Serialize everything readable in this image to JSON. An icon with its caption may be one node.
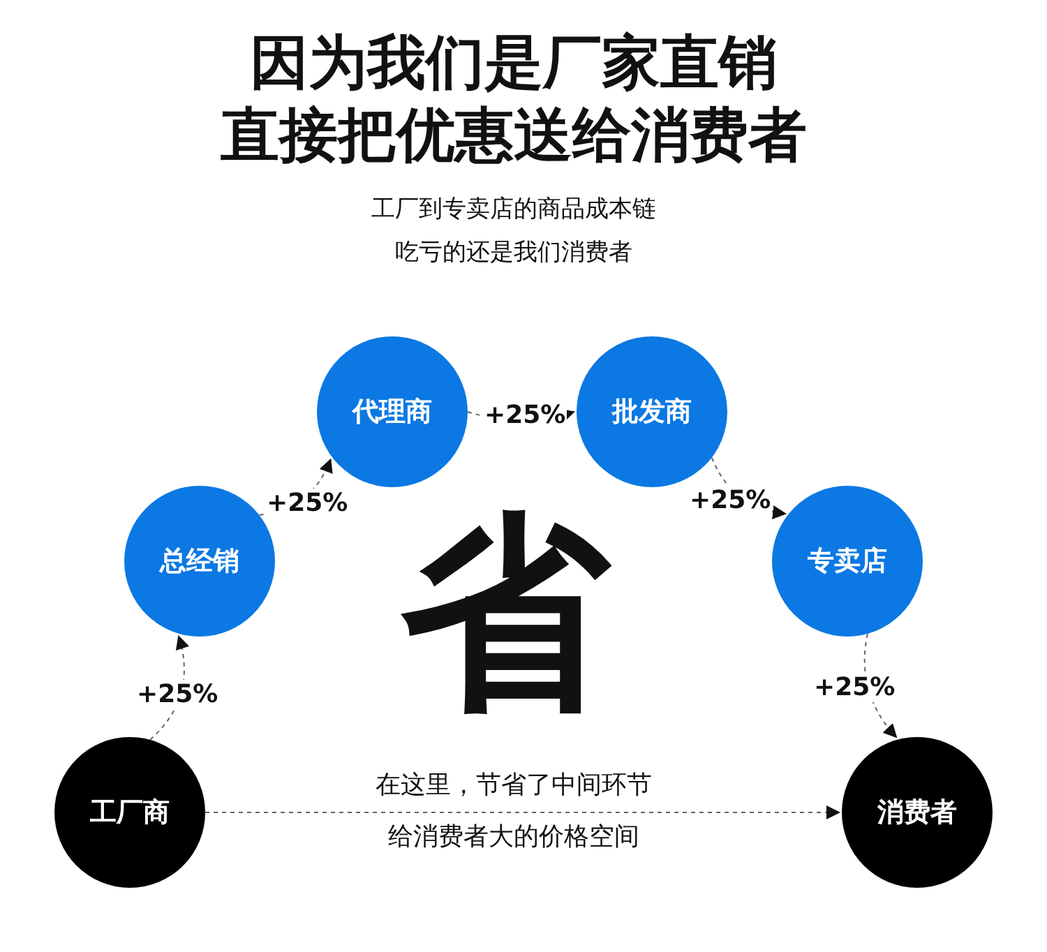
{
  "diagram": {
    "nodes": [
      {
        "text": [
          "工厂商"
        ]
      },
      {
        "text": [
          "总经销"
        ]
      },
      {
        "text": [
          "代理商"
        ]
      },
      {
        "text": [
          "批发商"
        ]
      },
      {
        "text": [
          "专卖店"
        ]
      },
      {
        "text": [
          "消费者"
        ]
      }
    ],
    "edges": [
      {
        "from": 0,
        "to": 1,
        "arrow": "to",
        "style": "dashed",
        "label": "+25%"
      },
      {
        "from": 1,
        "to": 2,
        "arrow": "to",
        "style": "dashed",
        "label": "+25%"
      },
      {
        "from": 2,
        "to": 3,
        "arrow": "to",
        "style": "dashed",
        "label": "+25%"
      },
      {
        "from": 3,
        "to": 4,
        "arrow": "to",
        "style": "dashed",
        "label": "+25%"
      },
      {
        "from": 4,
        "to": 5,
        "arrow": "to",
        "style": "dashed",
        "label": "+25%"
      },
      {
        "from": 0,
        "to": 5,
        "arrow": "to",
        "style": "dashed"
      }
    ],
    "labels": [
      "因为我们是厂家直销",
      "直接把优惠送给消费者",
      "工厂到专卖店的商品成本链",
      "吃亏的还是我们消费者",
      "省",
      "在这里，节省了中间环节",
      "给消费者大的价格空间"
    ]
  }
}
